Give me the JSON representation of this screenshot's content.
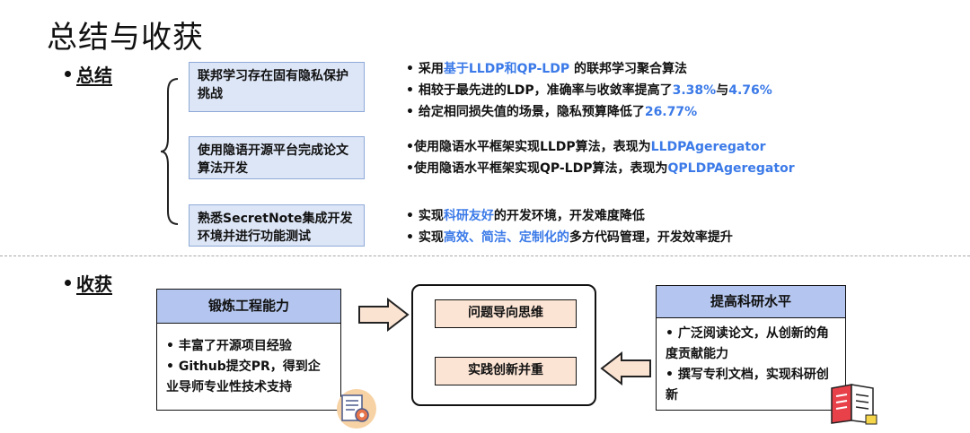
{
  "title": "总结与收获",
  "summary": {
    "heading": "总结",
    "rows": [
      {
        "box": "联邦学习存在固有隐私保护挑战",
        "bullets": [
          [
            {
              "t": "• 采用"
            },
            {
              "t": "基于LLDP和QP-LDP",
              "hl": true
            },
            {
              "t": " 的联邦学习聚合算法"
            }
          ],
          [
            {
              "t": "• 相较于最先进的LDP，准确率与收敛率提高了"
            },
            {
              "t": "3.38%",
              "hl": true
            },
            {
              "t": "与"
            },
            {
              "t": "4.76%",
              "hl": true
            }
          ],
          [
            {
              "t": "• 给定相同损失值的场景，隐私预算降低了"
            },
            {
              "t": "26.77%",
              "hl": true
            }
          ]
        ]
      },
      {
        "box": "使用隐语开源平台完成论文算法开发",
        "bullets": [
          [
            {
              "t": "•使用隐语水平框架实现LLDP算法，表现为"
            },
            {
              "t": "LLDPAgeregator",
              "hl": true
            }
          ],
          [
            {
              "t": "•使用隐语水平框架实现QP-LDP算法，表现为"
            },
            {
              "t": "QPLDPAgeregator",
              "hl": true
            }
          ]
        ]
      },
      {
        "box": "熟悉SecretNote集成开发环境并进行功能测试",
        "bullets": [
          [
            {
              "t": "• 实现"
            },
            {
              "t": "科研友好",
              "hl": true
            },
            {
              "t": "的开发环境，开发难度降低"
            }
          ],
          [
            {
              "t": "• 实现"
            },
            {
              "t": "高效、简洁、定制化的",
              "hl": true
            },
            {
              "t": "多方代码管理，开发效率提升"
            }
          ]
        ]
      }
    ]
  },
  "gains": {
    "heading": "收获",
    "left": {
      "title": "锻炼工程能力",
      "lines": [
        "• 丰富了开源项目经验",
        "• Github提交PR，得到企业导师专业性技术支持"
      ]
    },
    "center": {
      "items": [
        "问题导向思维",
        "实践创新并重"
      ]
    },
    "right": {
      "title": "提高科研水平",
      "lines": [
        "• 广泛阅读论文，从创新的角度贡献能力",
        "• 撰写专利文档，实现科研创新"
      ]
    }
  },
  "colors": {
    "highlight": "#3b7ae8",
    "summary_box": "#dde6f7",
    "gain_header": "#b4c6ef",
    "center_item": "#fce4d4",
    "arrow_fill": "#fbe3d2"
  },
  "icons": [
    "settings-document-icon",
    "book-icon"
  ]
}
